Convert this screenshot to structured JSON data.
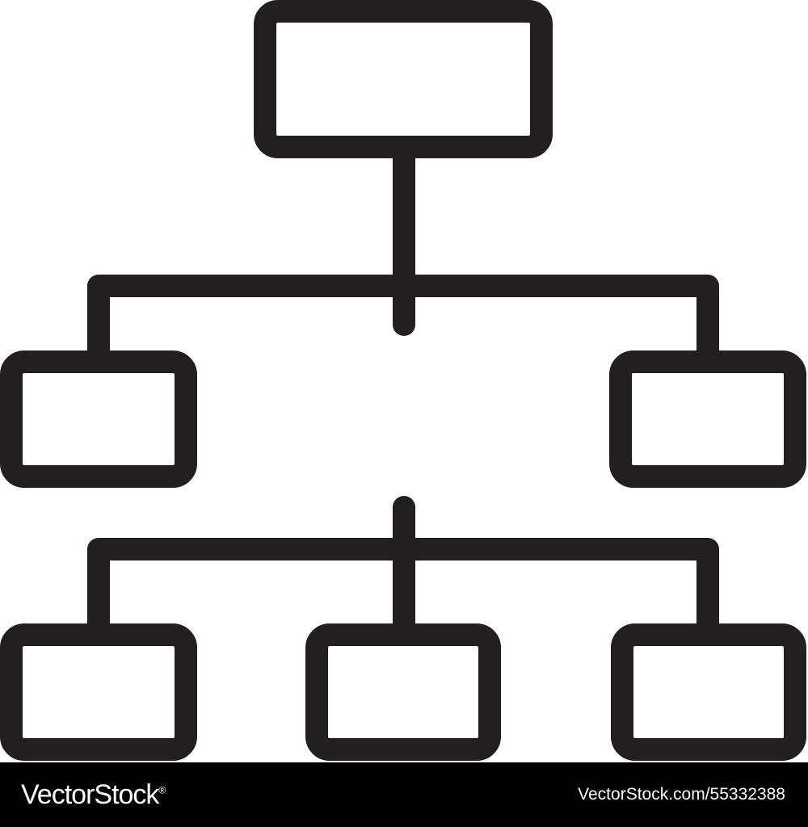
{
  "colors": {
    "ink": "#231f20",
    "background": "#ffffff",
    "footer_bg": "#000000",
    "footer_text": "#ffffff"
  },
  "diagram": {
    "kind": "hierarchy-icon",
    "levels": [
      1,
      2,
      3
    ],
    "node_labels": []
  },
  "footer": {
    "brand": "VectorStock",
    "brand_mark": "®",
    "stock_id": "VectorStock.com/55332388"
  }
}
